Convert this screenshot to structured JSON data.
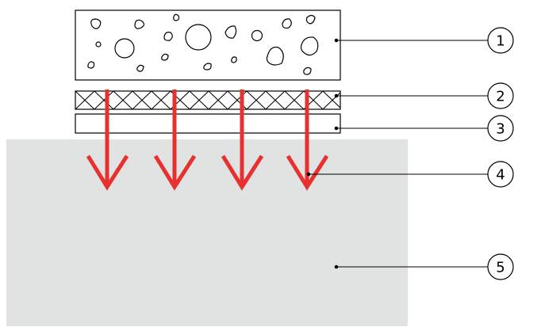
{
  "callouts": [
    {
      "number": "1"
    },
    {
      "number": "2"
    },
    {
      "number": "3"
    },
    {
      "number": "4"
    },
    {
      "number": "5"
    }
  ],
  "colors": {
    "arrow": "#e8312f",
    "substrate": "#e1e2e2",
    "outline": "#000000",
    "background": "#ffffff"
  }
}
